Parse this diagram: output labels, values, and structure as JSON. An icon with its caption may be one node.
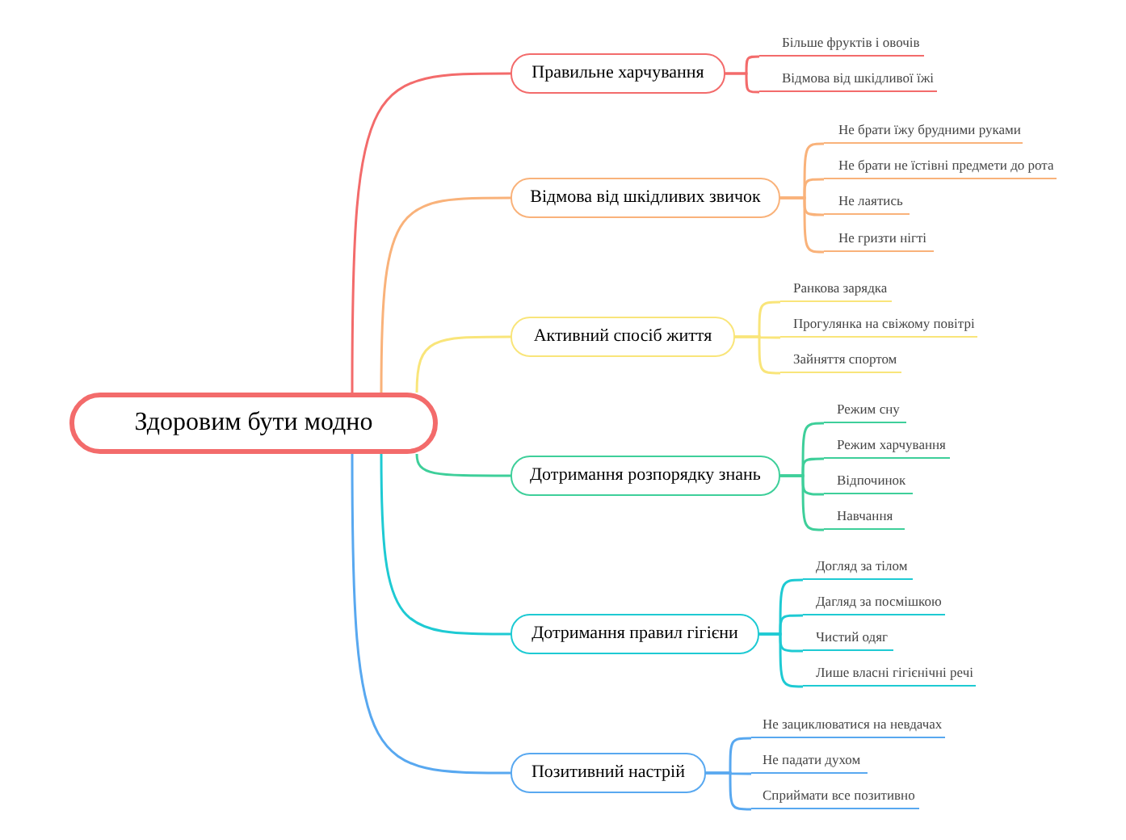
{
  "diagram": {
    "nodes": [
      {
        "text": [
          "Здоровим бути модно"
        ]
      },
      {
        "text": [
          "Правильне харчування"
        ]
      },
      {
        "text": [
          "Більше фруктів і овочів"
        ]
      },
      {
        "text": [
          "Відмова від шкідливої їжі"
        ]
      },
      {
        "text": [
          "Відмова від шкідливих звичок"
        ]
      },
      {
        "text": [
          "Не брати їжу брудними руками"
        ]
      },
      {
        "text": [
          "Не брати не їстівні предмети до рота"
        ]
      },
      {
        "text": [
          "Не лаятись"
        ]
      },
      {
        "text": [
          "Не гризти нігті"
        ]
      },
      {
        "text": [
          "Активний спосіб життя"
        ]
      },
      {
        "text": [
          "Ранкова зарядка"
        ]
      },
      {
        "text": [
          "Прогулянка на свіжому повітрі"
        ]
      },
      {
        "text": [
          "Зайняття спортом"
        ]
      },
      {
        "text": [
          "Дотримання розпорядку знань"
        ]
      },
      {
        "text": [
          "Режим сну"
        ]
      },
      {
        "text": [
          "Режим харчування"
        ]
      },
      {
        "text": [
          "Відпочинок"
        ]
      },
      {
        "text": [
          "Навчання"
        ]
      },
      {
        "text": [
          "Дотримання правил гігієни"
        ]
      },
      {
        "text": [
          "Догляд за тілом"
        ]
      },
      {
        "text": [
          "Дагляд за посмішкою"
        ]
      },
      {
        "text": [
          "Чистий одяг"
        ]
      },
      {
        "text": [
          "Лише власні гігієнічні речі"
        ]
      },
      {
        "text": [
          "Позитивний настрій"
        ]
      },
      {
        "text": [
          "Не зациклюватися на невдачах"
        ]
      },
      {
        "text": [
          "Не падати духом"
        ]
      },
      {
        "text": [
          "Сприймати все позитивно"
        ]
      }
    ],
    "edges": [
      {
        "from": 0,
        "to": 1,
        "arrow": "none",
        "color": "#f36b6b"
      },
      {
        "from": 0,
        "to": 4,
        "arrow": "none",
        "color": "#f9b27a"
      },
      {
        "from": 0,
        "to": 9,
        "arrow": "none",
        "color": "#f9e57a"
      },
      {
        "from": 0,
        "to": 13,
        "arrow": "none",
        "color": "#3ecf9a"
      },
      {
        "from": 0,
        "to": 18,
        "arrow": "none",
        "color": "#1ecad3"
      },
      {
        "from": 0,
        "to": 23,
        "arrow": "none",
        "color": "#58a8f0"
      },
      {
        "from": 1,
        "to": 2,
        "arrow": "none",
        "color": "#f36b6b"
      },
      {
        "from": 1,
        "to": 3,
        "arrow": "none",
        "color": "#f36b6b"
      },
      {
        "from": 4,
        "to": 5,
        "arrow": "none",
        "color": "#f9b27a"
      },
      {
        "from": 4,
        "to": 6,
        "arrow": "none",
        "color": "#f9b27a"
      },
      {
        "from": 4,
        "to": 7,
        "arrow": "none",
        "color": "#f9b27a"
      },
      {
        "from": 4,
        "to": 8,
        "arrow": "none",
        "color": "#f9b27a"
      },
      {
        "from": 9,
        "to": 10,
        "arrow": "none",
        "color": "#f9e57a"
      },
      {
        "from": 9,
        "to": 11,
        "arrow": "none",
        "color": "#f9e57a"
      },
      {
        "from": 9,
        "to": 12,
        "arrow": "none",
        "color": "#f9e57a"
      },
      {
        "from": 13,
        "to": 14,
        "arrow": "none",
        "color": "#3ecf9a"
      },
      {
        "from": 13,
        "to": 15,
        "arrow": "none",
        "color": "#3ecf9a"
      },
      {
        "from": 13,
        "to": 16,
        "arrow": "none",
        "color": "#3ecf9a"
      },
      {
        "from": 13,
        "to": 17,
        "arrow": "none",
        "color": "#3ecf9a"
      },
      {
        "from": 18,
        "to": 19,
        "arrow": "none",
        "color": "#1ecad3"
      },
      {
        "from": 18,
        "to": 20,
        "arrow": "none",
        "color": "#1ecad3"
      },
      {
        "from": 18,
        "to": 21,
        "arrow": "none",
        "color": "#1ecad3"
      },
      {
        "from": 18,
        "to": 22,
        "arrow": "none",
        "color": "#1ecad3"
      },
      {
        "from": 23,
        "to": 24,
        "arrow": "none",
        "color": "#58a8f0"
      },
      {
        "from": 23,
        "to": 25,
        "arrow": "none",
        "color": "#58a8f0"
      },
      {
        "from": 23,
        "to": 26,
        "arrow": "none",
        "color": "#58a8f0"
      }
    ]
  }
}
